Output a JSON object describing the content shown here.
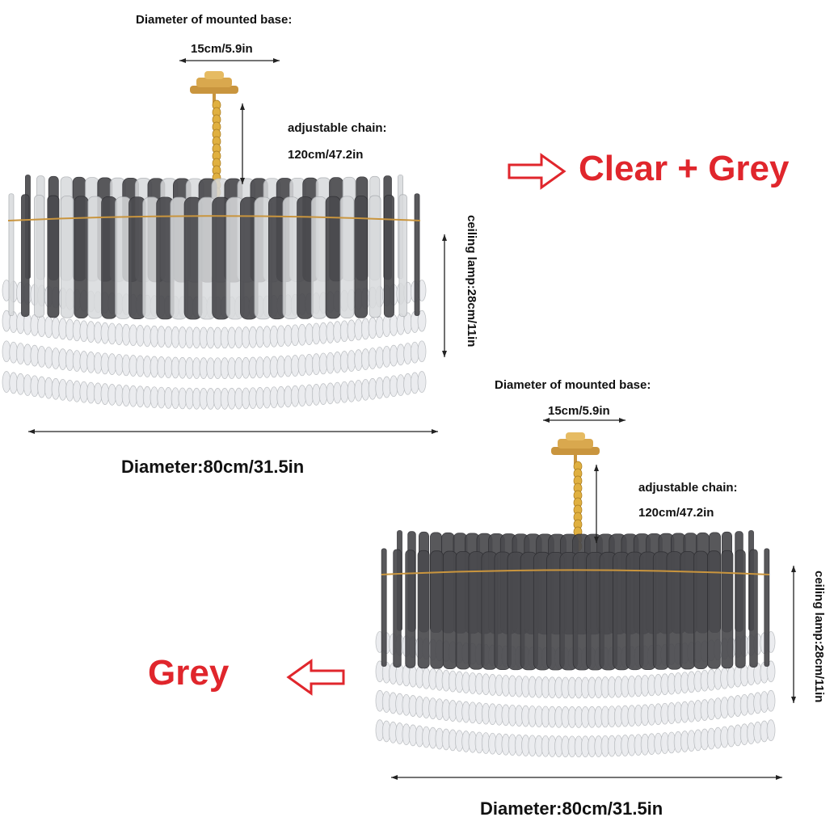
{
  "top_product": {
    "base_label": "Diameter of mounted base:",
    "base_size": "15cm/5.9in",
    "chain_label": "adjustable chain:",
    "chain_size": "120cm/47.2in",
    "height_label": "ceiling lamp:28cm/11in",
    "diameter_label": "Diameter:80cm/31.5in",
    "variant": "Clear + Grey"
  },
  "bottom_product": {
    "base_label": "Diameter of mounted base:",
    "base_size": "15cm/5.9in",
    "chain_label": "adjustable chain:",
    "chain_size": "120cm/47.2in",
    "height_label": "ceiling lamp:28cm/11in",
    "diameter_label": "Diameter:80cm/31.5in",
    "variant": "Grey"
  },
  "colors": {
    "accent": "#e0262c",
    "gold": "#c9953e",
    "smoke": "#4a4a4e",
    "clear": "#d8dadc"
  }
}
